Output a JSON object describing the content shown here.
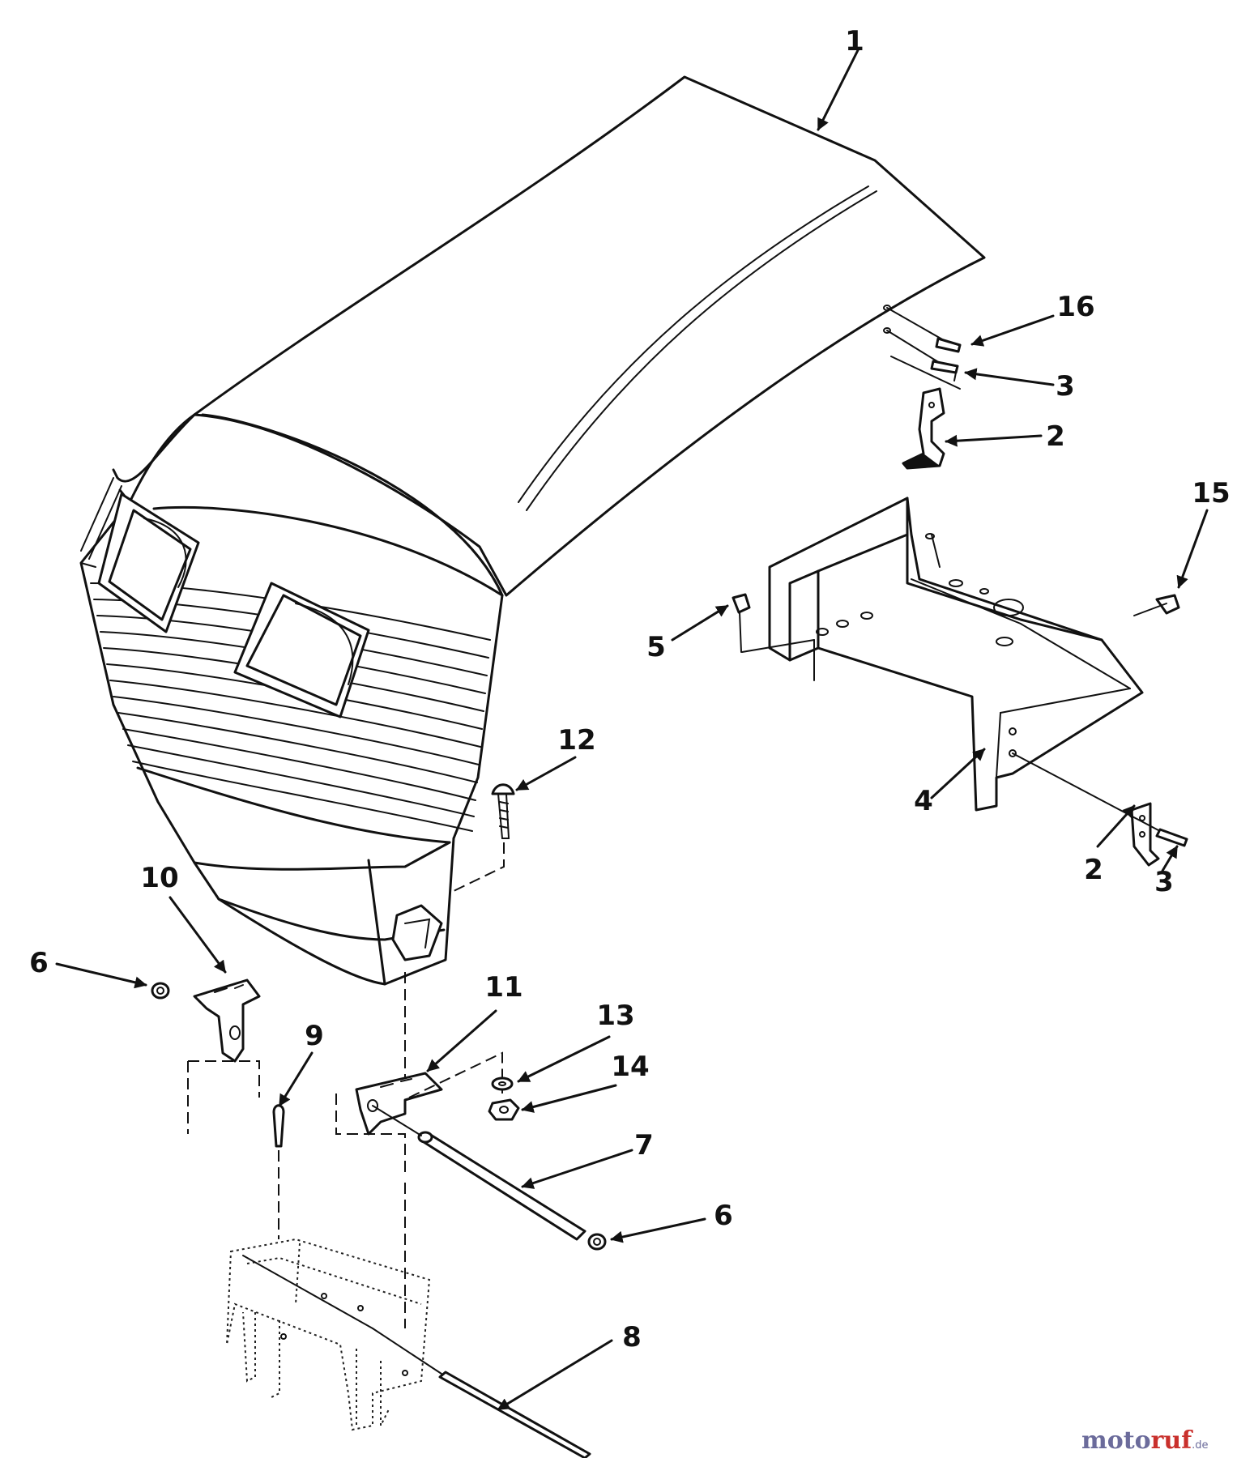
{
  "callouts": [
    {
      "label": "1"
    },
    {
      "label": "16"
    },
    {
      "label": "3"
    },
    {
      "label": "2"
    },
    {
      "label": "15"
    },
    {
      "label": "5"
    },
    {
      "label": "4"
    },
    {
      "label": "2"
    },
    {
      "label": "3"
    },
    {
      "label": "12"
    },
    {
      "label": "10"
    },
    {
      "label": "6"
    },
    {
      "label": "11"
    },
    {
      "label": "13"
    },
    {
      "label": "14"
    },
    {
      "label": "9"
    },
    {
      "label": "7"
    },
    {
      "label": "6"
    },
    {
      "label": "8"
    }
  ],
  "watermark": {
    "part1": "moto",
    "part2": "ruf",
    "suffix": ".de"
  }
}
